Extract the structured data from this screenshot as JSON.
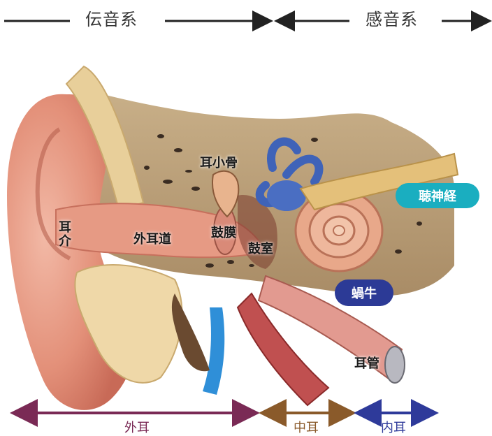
{
  "header": {
    "conductive_label": "伝音系",
    "sensorineural_label": "感音系"
  },
  "labels": {
    "ossicles": "耳小骨",
    "auricle": "耳介",
    "ear_canal": "外耳道",
    "eardrum": "鼓膜",
    "tympanic_cavity": "鼓室",
    "eustachian_tube": "耳管"
  },
  "pills": {
    "auditory_nerve": "聴神経",
    "cochlea": "蝸牛"
  },
  "regions": {
    "outer_ear": "外耳",
    "middle_ear": "中耳",
    "inner_ear": "内耳"
  },
  "colors": {
    "outer_ear": "#7a2a55",
    "middle_ear": "#8a5a2a",
    "inner_ear": "#2e3a9a",
    "auditory_nerve_pill": "#1aaec0",
    "cochlea_pill": "#2c3a96",
    "header_arrow": "#222222"
  }
}
